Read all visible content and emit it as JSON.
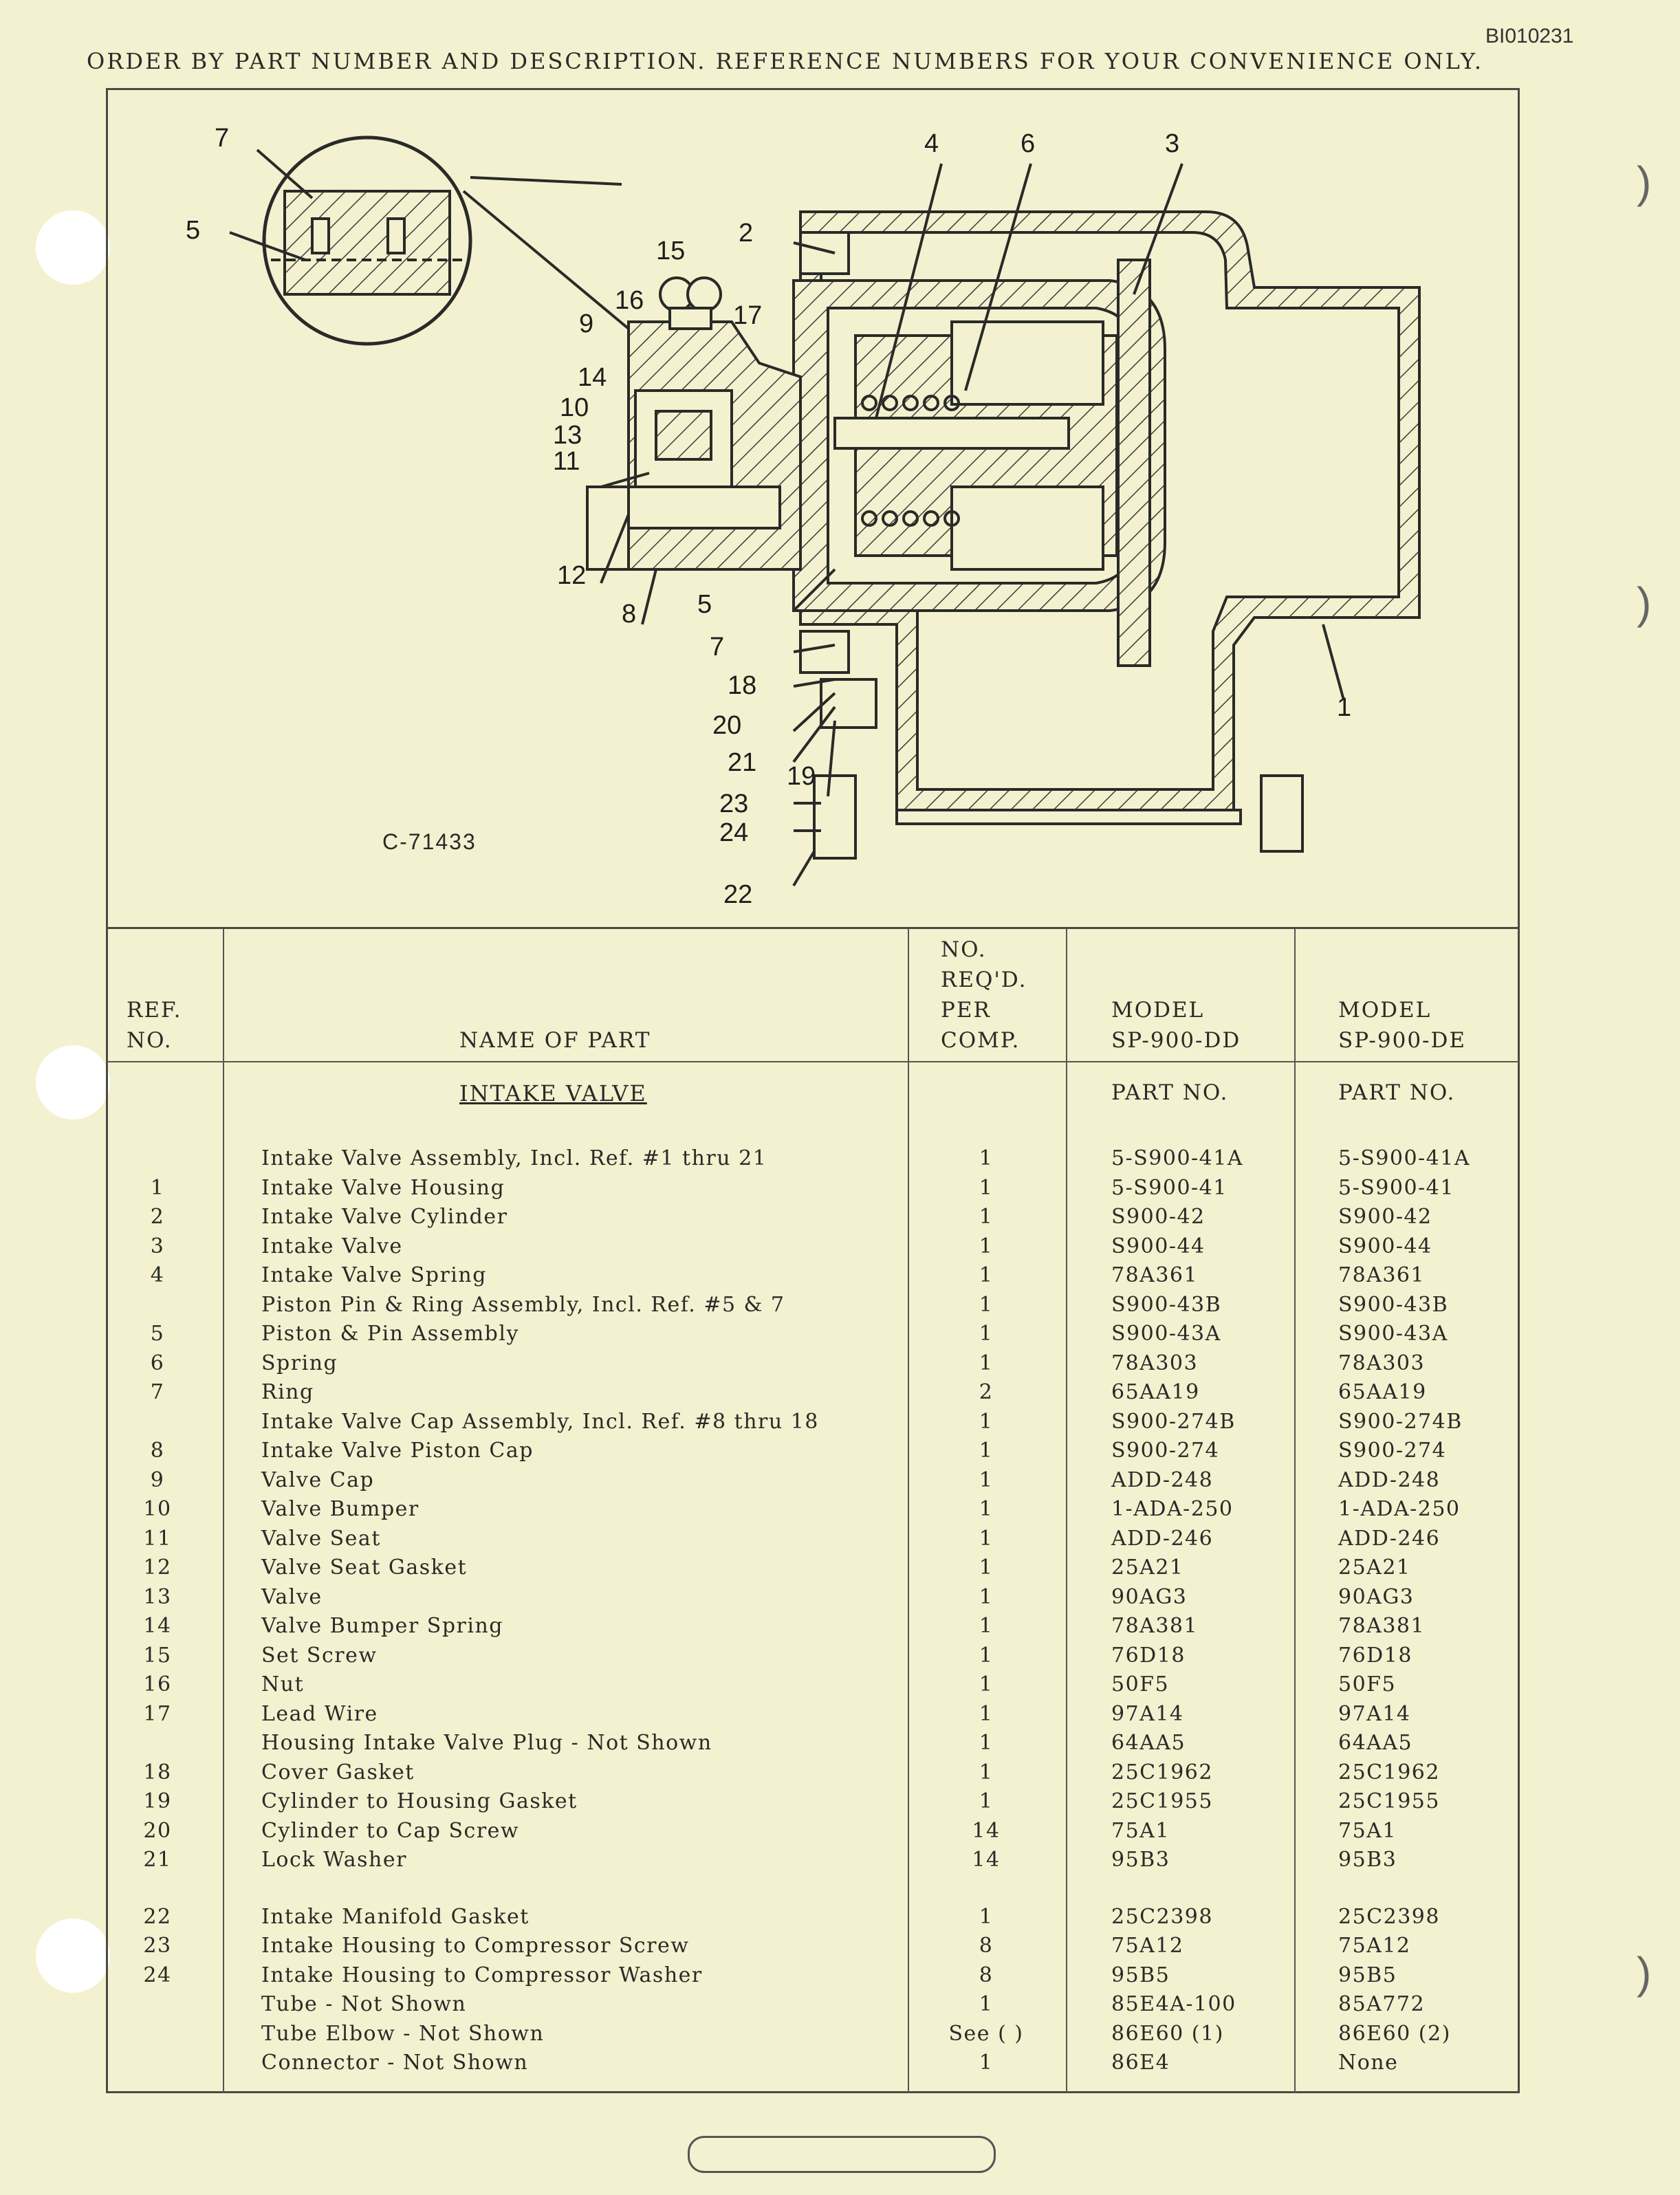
{
  "document": {
    "id": "BI010231",
    "header": "ORDER BY PART NUMBER AND DESCRIPTION.   REFERENCE NUMBERS FOR YOUR CONVENIENCE ONLY.",
    "drawing_number": "C-71433"
  },
  "diagram": {
    "callouts": [
      "7",
      "5",
      "4",
      "6",
      "3",
      "2",
      "15",
      "16",
      "9",
      "17",
      "14",
      "10",
      "13",
      "11",
      "12",
      "8",
      "5",
      "7",
      "18",
      "20",
      "21",
      "19",
      "23",
      "24",
      "22",
      "1"
    ]
  },
  "table": {
    "headers": {
      "ref": "REF.\nNO.",
      "name": "NAME OF PART",
      "qty": "NO.\nREQ'D.\nPER\nCOMP.",
      "model_dd": "MODEL\nSP-900-DD",
      "model_de": "MODEL\nSP-900-DE"
    },
    "section_title": "INTAKE VALVE",
    "part_no_label_dd": "PART NO.",
    "part_no_label_de": "PART NO.",
    "rows": [
      {
        "ref": "",
        "name": "Intake Valve Assembly, Incl. Ref. #1 thru 21",
        "qty": "1",
        "dd": "5-S900-41A",
        "de": "5-S900-41A"
      },
      {
        "ref": "1",
        "name": "Intake Valve Housing",
        "qty": "1",
        "dd": "5-S900-41",
        "de": "5-S900-41"
      },
      {
        "ref": "2",
        "name": "Intake Valve Cylinder",
        "qty": "1",
        "dd": "S900-42",
        "de": "S900-42"
      },
      {
        "ref": "3",
        "name": "Intake Valve",
        "qty": "1",
        "dd": "S900-44",
        "de": "S900-44"
      },
      {
        "ref": "4",
        "name": "Intake Valve Spring",
        "qty": "1",
        "dd": "78A361",
        "de": "78A361"
      },
      {
        "ref": "",
        "name": "Piston Pin & Ring Assembly, Incl. Ref. #5 & 7",
        "qty": "1",
        "dd": "S900-43B",
        "de": "S900-43B"
      },
      {
        "ref": "5",
        "name": "Piston & Pin Assembly",
        "qty": "1",
        "dd": "S900-43A",
        "de": "S900-43A"
      },
      {
        "ref": "6",
        "name": "Spring",
        "qty": "1",
        "dd": "78A303",
        "de": "78A303"
      },
      {
        "ref": "7",
        "name": "Ring",
        "qty": "2",
        "dd": "65AA19",
        "de": "65AA19"
      },
      {
        "ref": "",
        "name": "Intake Valve Cap Assembly, Incl. Ref. #8 thru 18",
        "qty": "1",
        "dd": "S900-274B",
        "de": "S900-274B"
      },
      {
        "ref": "8",
        "name": "Intake Valve Piston Cap",
        "qty": "1",
        "dd": "S900-274",
        "de": "S900-274"
      },
      {
        "ref": "9",
        "name": "Valve Cap",
        "qty": "1",
        "dd": "ADD-248",
        "de": "ADD-248"
      },
      {
        "ref": "10",
        "name": "Valve Bumper",
        "qty": "1",
        "dd": "1-ADA-250",
        "de": "1-ADA-250"
      },
      {
        "ref": "11",
        "name": "Valve Seat",
        "qty": "1",
        "dd": "ADD-246",
        "de": "ADD-246"
      },
      {
        "ref": "12",
        "name": "Valve Seat Gasket",
        "qty": "1",
        "dd": "25A21",
        "de": "25A21"
      },
      {
        "ref": "13",
        "name": "Valve",
        "qty": "1",
        "dd": "90AG3",
        "de": "90AG3"
      },
      {
        "ref": "14",
        "name": "Valve Bumper Spring",
        "qty": "1",
        "dd": "78A381",
        "de": "78A381"
      },
      {
        "ref": "15",
        "name": "Set Screw",
        "qty": "1",
        "dd": "76D18",
        "de": "76D18"
      },
      {
        "ref": "16",
        "name": "Nut",
        "qty": "1",
        "dd": "50F5",
        "de": "50F5"
      },
      {
        "ref": "17",
        "name": "Lead Wire",
        "qty": "1",
        "dd": "97A14",
        "de": "97A14"
      },
      {
        "ref": "",
        "name": "Housing Intake Valve Plug - Not Shown",
        "qty": "1",
        "dd": "64AA5",
        "de": "64AA5"
      },
      {
        "ref": "18",
        "name": "Cover Gasket",
        "qty": "1",
        "dd": "25C1962",
        "de": "25C1962"
      },
      {
        "ref": "19",
        "name": "Cylinder to Housing Gasket",
        "qty": "1",
        "dd": "25C1955",
        "de": "25C1955"
      },
      {
        "ref": "20",
        "name": "Cylinder to Cap Screw",
        "qty": "14",
        "dd": "75A1",
        "de": "75A1"
      },
      {
        "ref": "21",
        "name": "Lock Washer",
        "qty": "14",
        "dd": "95B3",
        "de": "95B3"
      },
      {
        "ref": "22",
        "name": "Intake Manifold Gasket",
        "qty": "1",
        "dd": "25C2398",
        "de": "25C2398",
        "gap": true
      },
      {
        "ref": "23",
        "name": "Intake Housing to Compressor Screw",
        "qty": "8",
        "dd": "75A12",
        "de": "75A12"
      },
      {
        "ref": "24",
        "name": "Intake Housing to Compressor Washer",
        "qty": "8",
        "dd": "95B5",
        "de": "95B5"
      },
      {
        "ref": "",
        "name": "Tube - Not Shown",
        "qty": "1",
        "dd": "85E4A-100",
        "de": "85A772"
      },
      {
        "ref": "",
        "name": "Tube Elbow - Not Shown",
        "qty": "See ( )",
        "dd": "86E60 (1)",
        "de": "86E60 (2)"
      },
      {
        "ref": "",
        "name": "Connector - Not Shown",
        "qty": "1",
        "dd": "86E4",
        "de": "None"
      }
    ]
  }
}
